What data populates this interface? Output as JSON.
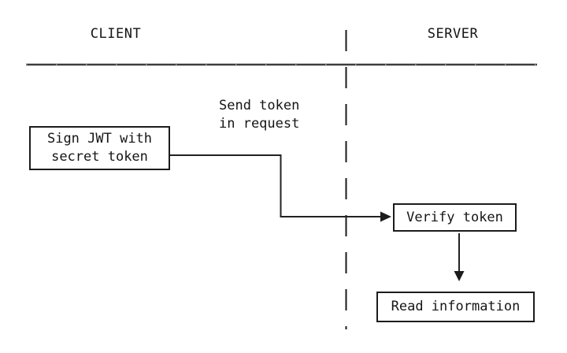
{
  "diagram": {
    "type": "sequence-flow",
    "lanes": {
      "client_label": "CLIENT",
      "server_label": "SERVER"
    },
    "nodes": {
      "sign_jwt": {
        "line1": "Sign JWT with",
        "line2": "secret token"
      },
      "verify": {
        "label": "Verify token"
      },
      "read": {
        "label": "Read information"
      }
    },
    "annotations": {
      "send_token": {
        "line1": "Send token",
        "line2": "in request"
      }
    },
    "edges": [
      {
        "from": "sign_jwt",
        "to": "verify",
        "label": "Send token in request",
        "style": "elbow-arrow"
      },
      {
        "from": "verify",
        "to": "read",
        "label": "",
        "style": "straight-arrow"
      }
    ],
    "colors": {
      "background": "#ffffff",
      "text": "#151515",
      "box_border": "#1c1c1c",
      "connector": "#222222",
      "header_rule": "#3d3d3d",
      "divider_dash": "#1a1a1a"
    }
  }
}
